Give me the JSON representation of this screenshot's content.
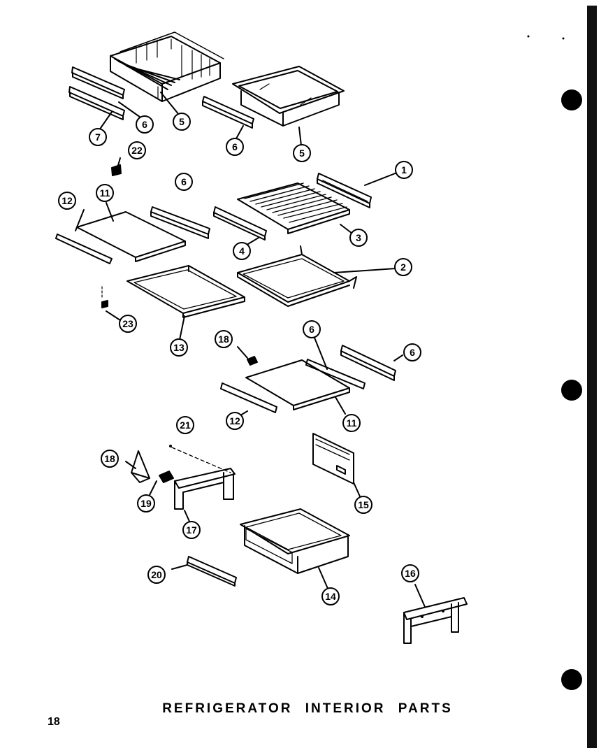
{
  "title": "REFRIGERATOR INTERIOR PARTS",
  "page_number": "18",
  "callouts": [
    {
      "id": "c-6a",
      "label": "6"
    },
    {
      "id": "c-5a",
      "label": "5"
    },
    {
      "id": "c-7",
      "label": "7"
    },
    {
      "id": "c-6b",
      "label": "6"
    },
    {
      "id": "c-5b",
      "label": "5"
    },
    {
      "id": "c-22",
      "label": "22"
    },
    {
      "id": "c-6c",
      "label": "6"
    },
    {
      "id": "c-1",
      "label": "1"
    },
    {
      "id": "c-12a",
      "label": "12"
    },
    {
      "id": "c-11a",
      "label": "11"
    },
    {
      "id": "c-3",
      "label": "3"
    },
    {
      "id": "c-4",
      "label": "4"
    },
    {
      "id": "c-2",
      "label": "2"
    },
    {
      "id": "c-23",
      "label": "23"
    },
    {
      "id": "c-13",
      "label": "13"
    },
    {
      "id": "c-18a",
      "label": "18"
    },
    {
      "id": "c-6d",
      "label": "6"
    },
    {
      "id": "c-6e",
      "label": "6"
    },
    {
      "id": "c-12b",
      "label": "12"
    },
    {
      "id": "c-11b",
      "label": "11"
    },
    {
      "id": "c-21",
      "label": "21"
    },
    {
      "id": "c-18b",
      "label": "18"
    },
    {
      "id": "c-19",
      "label": "19"
    },
    {
      "id": "c-15",
      "label": "15"
    },
    {
      "id": "c-17",
      "label": "17"
    },
    {
      "id": "c-20",
      "label": "20"
    },
    {
      "id": "c-14",
      "label": "14"
    },
    {
      "id": "c-16",
      "label": "16"
    }
  ]
}
